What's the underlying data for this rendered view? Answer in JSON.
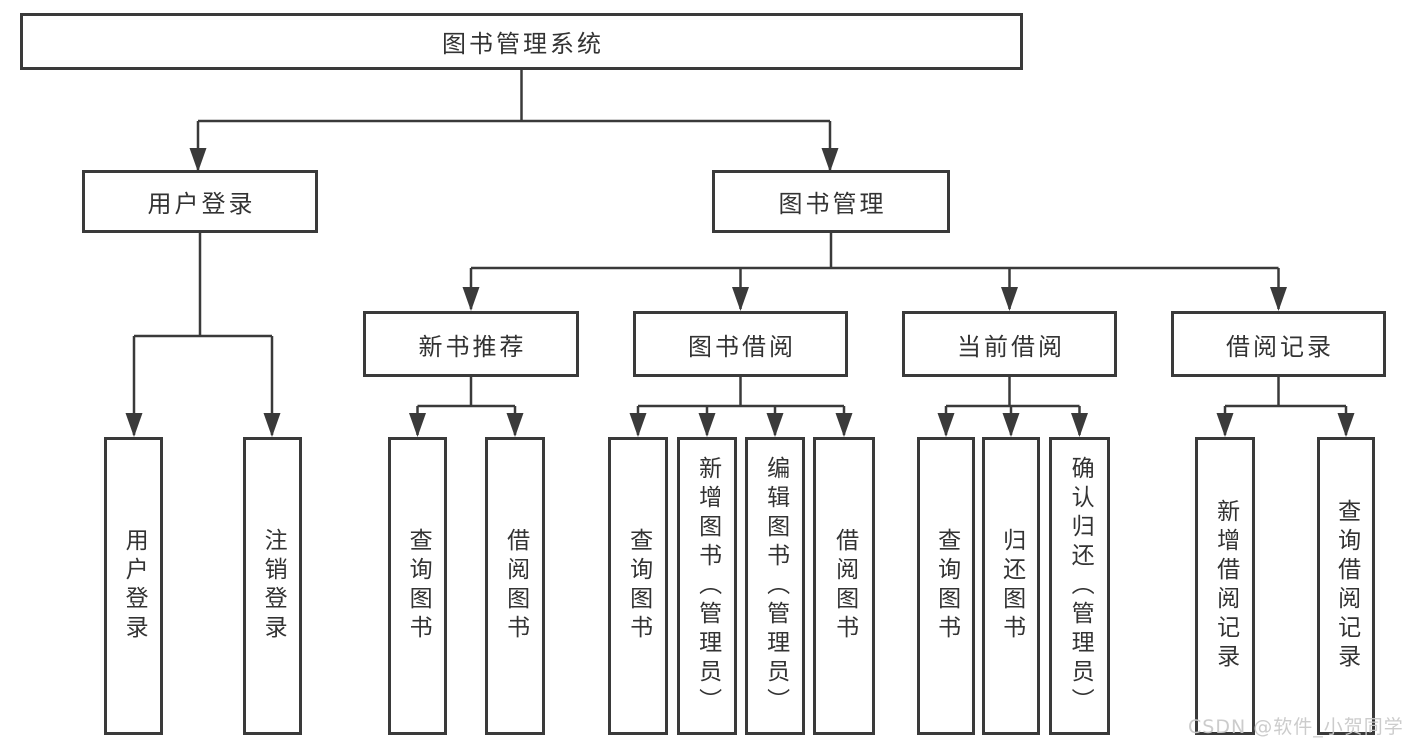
{
  "tree": {
    "label": "图书管理系统",
    "children": [
      {
        "label": "用户登录",
        "children": [
          {
            "label": "用户登录"
          },
          {
            "label": "注销登录"
          }
        ]
      },
      {
        "label": "图书管理",
        "children": [
          {
            "label": "新书推荐",
            "children": [
              {
                "label": "查询图书"
              },
              {
                "label": "借阅图书"
              }
            ]
          },
          {
            "label": "图书借阅",
            "children": [
              {
                "label": "查询图书"
              },
              {
                "label": "新增图书（管理员）"
              },
              {
                "label": "编辑图书（管理员）"
              },
              {
                "label": "借阅图书"
              }
            ]
          },
          {
            "label": "当前借阅",
            "children": [
              {
                "label": "查询图书"
              },
              {
                "label": "归还图书"
              },
              {
                "label": "确认归还（管理员）"
              }
            ]
          },
          {
            "label": "借阅记录",
            "children": [
              {
                "label": "新增借阅记录"
              },
              {
                "label": "查询借阅记录"
              }
            ]
          }
        ]
      }
    ]
  },
  "watermark": "CSDN @软件_小贺同学",
  "colors": {
    "line": "#3a3a3a",
    "text": "#333333",
    "background": "#ffffff",
    "watermark": "#c9c9c9"
  }
}
